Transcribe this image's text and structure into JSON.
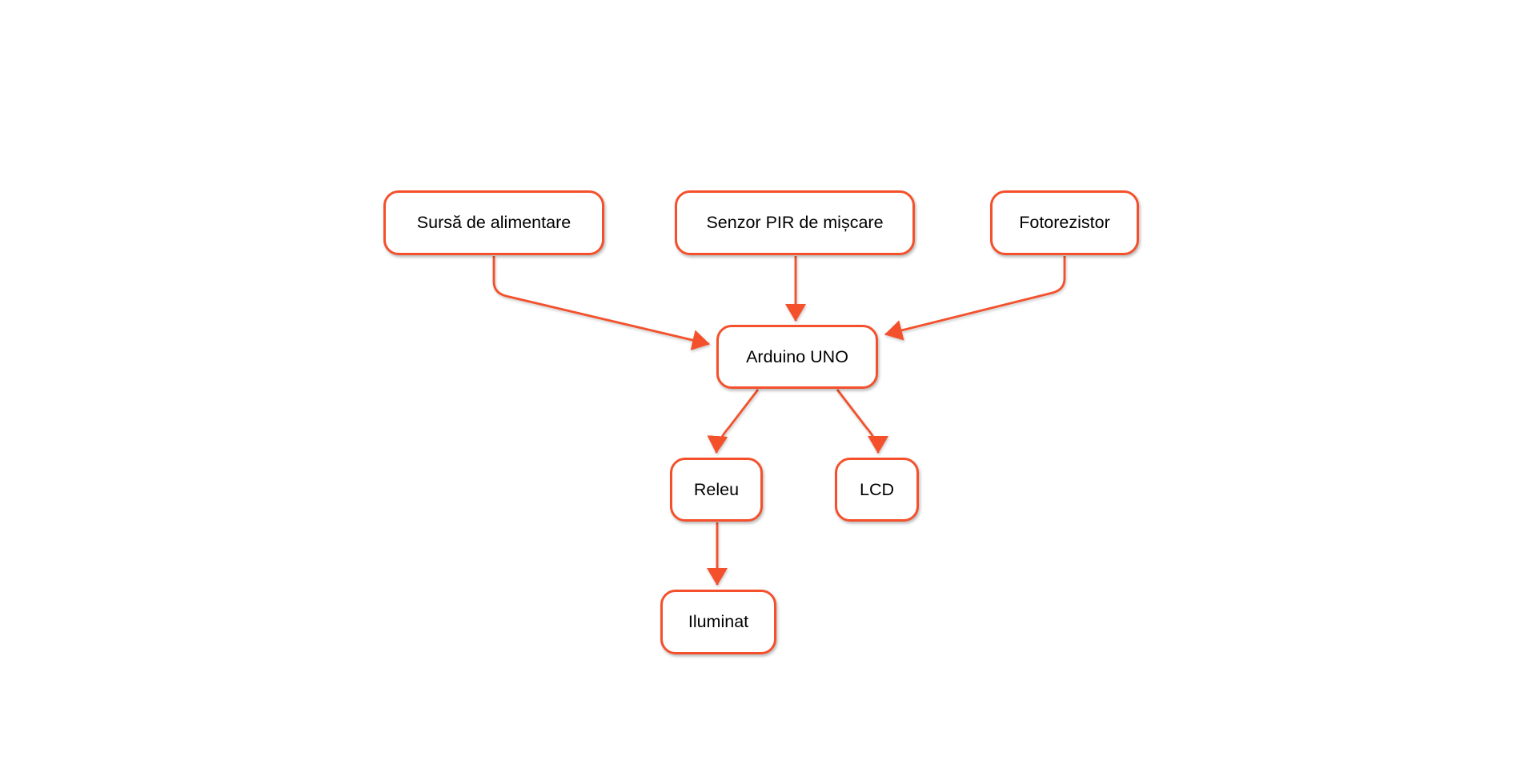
{
  "diagram": {
    "type": "flowchart",
    "background_color": "#FFFFFF",
    "accent_color": "#F4502B",
    "text_color": "#000000",
    "nodes": {
      "sursa": {
        "label": "Sursă de alimentare"
      },
      "senzor": {
        "label": "Senzor PIR de mișcare"
      },
      "fotorezistor": {
        "label": "Fotorezistor"
      },
      "arduino": {
        "label": "Arduino UNO"
      },
      "releu": {
        "label": "Releu"
      },
      "lcd": {
        "label": "LCD"
      },
      "iluminat": {
        "label": "Iluminat"
      }
    },
    "edges": [
      {
        "from": "Sursă de alimentare",
        "to": "Arduino UNO"
      },
      {
        "from": "Senzor PIR de mișcare",
        "to": "Arduino UNO"
      },
      {
        "from": "Fotorezistor",
        "to": "Arduino UNO"
      },
      {
        "from": "Arduino UNO",
        "to": "Releu"
      },
      {
        "from": "Arduino UNO",
        "to": "LCD"
      },
      {
        "from": "Releu",
        "to": "Iluminat"
      }
    ]
  }
}
